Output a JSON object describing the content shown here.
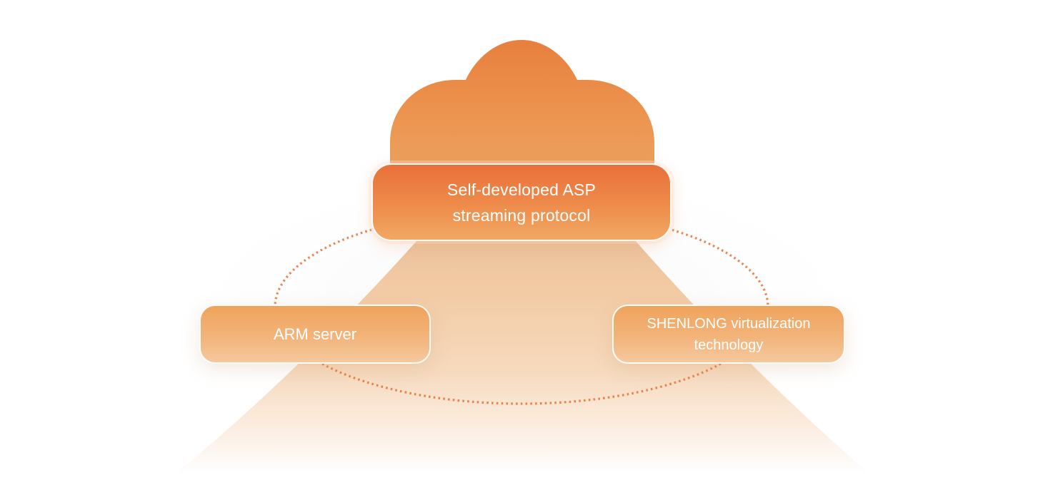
{
  "diagram": {
    "cloud": {
      "icon": "cloud-icon"
    },
    "nodes": {
      "top": {
        "line1": "Self-developed ASP",
        "line2": "streaming protocol"
      },
      "left": {
        "label": "ARM server"
      },
      "right": {
        "line1": "SHENLONG virtualization",
        "line2": "technology"
      }
    },
    "connector": {
      "style": "dotted-ellipse"
    },
    "colors": {
      "cloud_top": "#E87F3E",
      "cloud_bottom": "#ECA05E",
      "accent": "#E8703A",
      "beam": "#F2C9A2",
      "dots": "#E8793E"
    }
  }
}
